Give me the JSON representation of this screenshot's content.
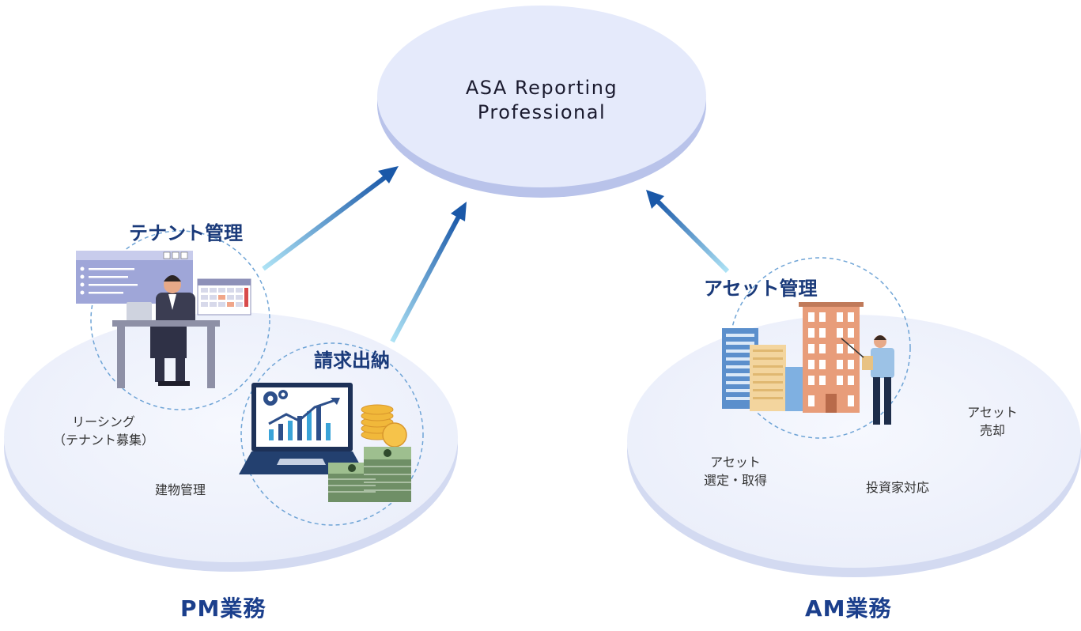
{
  "center": {
    "line1": "ASA Reporting",
    "line2": "Professional"
  },
  "pm": {
    "title": "PM業務",
    "tenant_management": "テナント管理",
    "billing": "請求出納",
    "leasing_line1": "リーシング",
    "leasing_line2": "（テナント募集）",
    "building_management": "建物管理"
  },
  "am": {
    "title": "AM業務",
    "asset_management": "アセット管理",
    "asset_select_line1": "アセット",
    "asset_select_line2": "選定・取得",
    "investor_relations": "投資家対応",
    "asset_sale_line1": "アセット",
    "asset_sale_line2": "売却"
  },
  "colors": {
    "platform": "#eef2fb",
    "platform_edge": "#cdd5ee",
    "center_ellipse": "#e4e9fa",
    "center_edge": "#b2bde6",
    "arrow": "#1c5fae",
    "title_blue": "#1b3f8c"
  }
}
